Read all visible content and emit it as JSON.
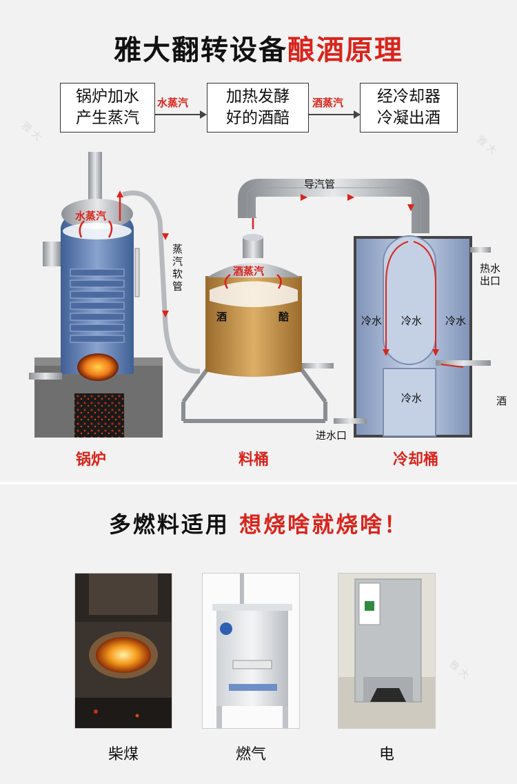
{
  "title": {
    "black": "雅大翻转设备",
    "red": "酿酒原理"
  },
  "flow": {
    "steps": [
      [
        "锅炉加水",
        "产生蒸汽"
      ],
      [
        "加热发酵",
        "好的酒醅"
      ],
      [
        "经冷却器",
        "冷凝出酒"
      ]
    ],
    "labels": [
      "水蒸汽",
      "酒蒸汽"
    ]
  },
  "diagram": {
    "boiler_steam": "水蒸汽",
    "hose": [
      "蒸",
      "汽",
      "软",
      "管"
    ],
    "pipe": "导汽管",
    "barrel_steam": "酒蒸汽",
    "barrel_left": "酒",
    "barrel_right": "醅",
    "cold_water": "冷水",
    "hot_out": [
      "热水",
      "出口"
    ],
    "water_in": "进水口",
    "wine": "酒",
    "captions": {
      "boiler": "锅炉",
      "barrel": "料桶",
      "cooler": "冷却桶"
    }
  },
  "fuel": {
    "heading": {
      "black": "多燃料适用",
      "red": "想烧啥就烧啥！"
    },
    "items": [
      "柴煤",
      "燃气",
      "电"
    ]
  },
  "watermark": "雅 大",
  "colors": {
    "accent": "#d9241c",
    "boiler": "#6a84b3",
    "barrel": "#c89a52",
    "cooler": "#a9b8d4"
  }
}
